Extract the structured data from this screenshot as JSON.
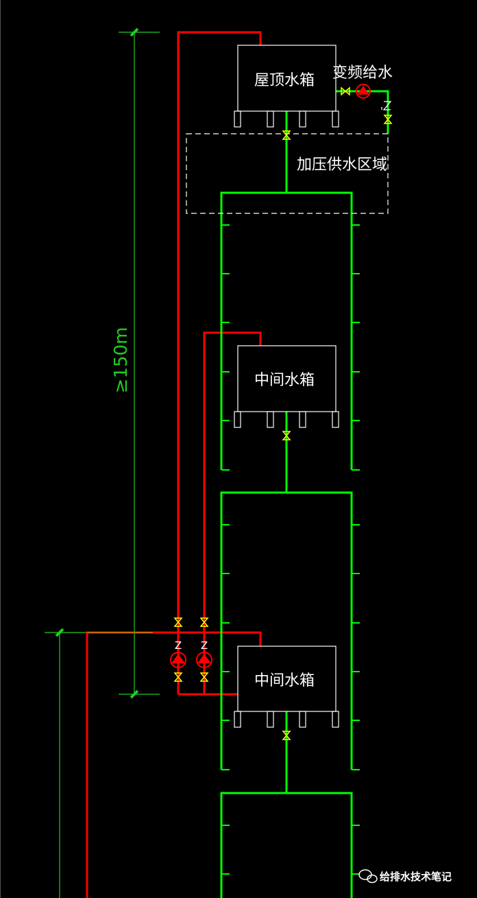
{
  "labels": {
    "roof_tank": "屋顶水箱",
    "vfd_supply": "变频给水",
    "boost_zone": "加压供水区域",
    "mid_tank_1": "中间水箱",
    "mid_tank_2": "中间水箱",
    "height": "≥150m",
    "pump_mark": "Z"
  },
  "watermark": {
    "text": "给排水技术笔记",
    "icon": "wechat-icon"
  },
  "colors": {
    "supply_pipe": "#00ff00",
    "transfer_pipe": "#ff0000",
    "valve": "#ffff00",
    "pump": "#ff0000",
    "dimension": "#22cc22",
    "tank_outline": "#ffffff",
    "background": "#000000"
  }
}
